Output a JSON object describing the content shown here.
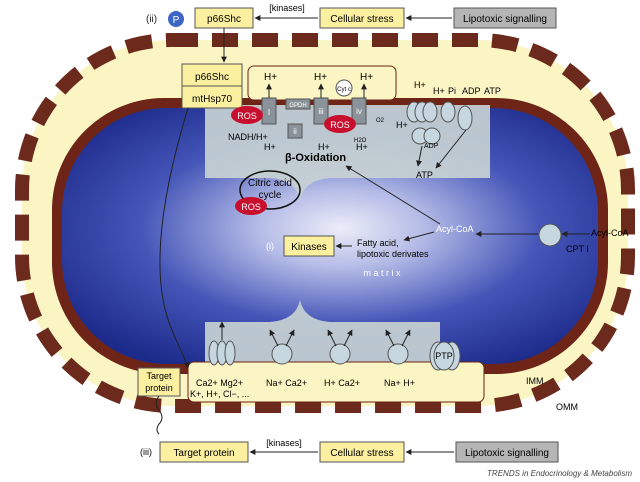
{
  "colors": {
    "omm_dash": "#6b2a1c",
    "intermembrane": "#fbf5c4",
    "inner_membrane": "#6e2416",
    "matrix_dark": "#1c2a8a",
    "matrix_light": "#d8dcf2",
    "gray_zone": "#c7d1d3",
    "yellow_box": "#fbf0a0",
    "gray_box": "#b5b5b5",
    "ros": "#c8102e",
    "channel": "#c6d7df",
    "p_badge": "#3d66c4"
  },
  "top_pathway": {
    "label": "(ii)",
    "phospho": "P",
    "p66shc": "p66Shc",
    "kinases": "[kinases]",
    "stress": "Cellular stress",
    "signalling": "Lipotoxic signalling"
  },
  "bottom_pathway": {
    "label": "(iii)",
    "target": "Target protein",
    "kinases": "[kinases]",
    "stress": "Cellular stress",
    "signalling": "Lipotoxic signalling"
  },
  "import_box": {
    "p66shc": "p66Shc",
    "mthsp70": "mtHsp70"
  },
  "target_protein_imm": {
    "line1": "Target",
    "line2": "protein"
  },
  "etc": {
    "h_plus": "H+",
    "complex_i": "I",
    "complex_ii": "ii",
    "complex_iii": "iii",
    "complex_iv": "iv",
    "gpdh": "GPDH",
    "cytc": "Cyt c",
    "ros1": "ROS",
    "ros2": "ROS",
    "o2": "O2",
    "h2o": "H2O",
    "nadh": "NADH/H+",
    "atp_synthase_h": "H+",
    "pi_h": "H+",
    "pi": "Pi",
    "adp": "ADP",
    "atp": "ATP",
    "adp_small": "ADP",
    "atp_bottom": "ATP",
    "h_plus_synth": "H+"
  },
  "matrix": {
    "beta_oxidation": "β-Oxidation",
    "citric_acid": "Citric acid",
    "cycle": "cycle",
    "ros3": "ROS",
    "kinases_label": "(i)",
    "kinases": "Kinases",
    "fatty_acid_line1": "Fatty acid,",
    "fatty_acid_line2": "lipotoxic derivates",
    "acyl_coa_matrix": "Acyl-CoA",
    "matrix_word": "m a t r i x"
  },
  "cpt": {
    "acyl_coa_outside": "Acyl-CoA",
    "cpt_label": "CPT I"
  },
  "membranes": {
    "imm": "IMM",
    "omm": "OMM"
  },
  "bottom_ions": {
    "group1_line1": "Ca2+  Mg2+",
    "group1_line2": "K+, H+, Cl−, ...",
    "group2": "Na+ Ca2+",
    "group3": "H+ Ca2+",
    "group4": "Na+  H+",
    "ptp": "PTP"
  },
  "credit": "TRENDS in Endocrinology & Metabolism"
}
